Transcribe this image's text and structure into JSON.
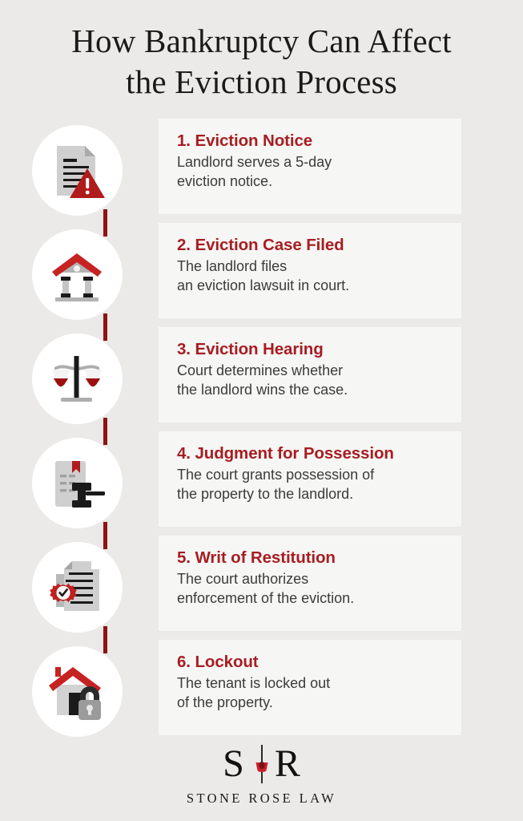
{
  "title": {
    "line1": "How Bankruptcy Can Affect",
    "line2": "the Eviction Process"
  },
  "colors": {
    "page_background": "#ebeae8",
    "panel_background": "#f6f6f5",
    "circle_background": "#ffffff",
    "accent_red": "#a71d21",
    "connector_red": "#8c1515",
    "heading_text": "#1a1a1a",
    "body_text": "#3b3b3b",
    "icon_gray": "#cccccc",
    "icon_dark": "#1a1a1a"
  },
  "steps": [
    {
      "number": "1",
      "title": "1. Eviction Notice",
      "body": "Landlord serves a 5-day\neviction notice.",
      "icon": "document-warning-icon"
    },
    {
      "number": "2",
      "title": "2. Eviction Case Filed",
      "body": "The landlord files\nan eviction lawsuit in court.",
      "icon": "courthouse-icon"
    },
    {
      "number": "3",
      "title": "3. Eviction Hearing",
      "body": "Court determines whether\nthe landlord wins the case.",
      "icon": "scales-of-justice-icon"
    },
    {
      "number": "4",
      "title": "4. Judgment for Possession",
      "body": "The court grants possession of\nthe property to the landlord.",
      "icon": "gavel-document-icon"
    },
    {
      "number": "5",
      "title": "5. Writ of Restitution",
      "body": "The court authorizes\nenforcement of the eviction.",
      "icon": "certified-document-icon"
    },
    {
      "number": "6",
      "title": "6. Lockout",
      "body": "The tenant is locked out\nof the property.",
      "icon": "house-lock-icon"
    }
  ],
  "footer": {
    "logo_left_letter": "S",
    "logo_right_letter": "R",
    "logo_icon": "rose-icon",
    "firm_name": "STONE ROSE LAW"
  }
}
